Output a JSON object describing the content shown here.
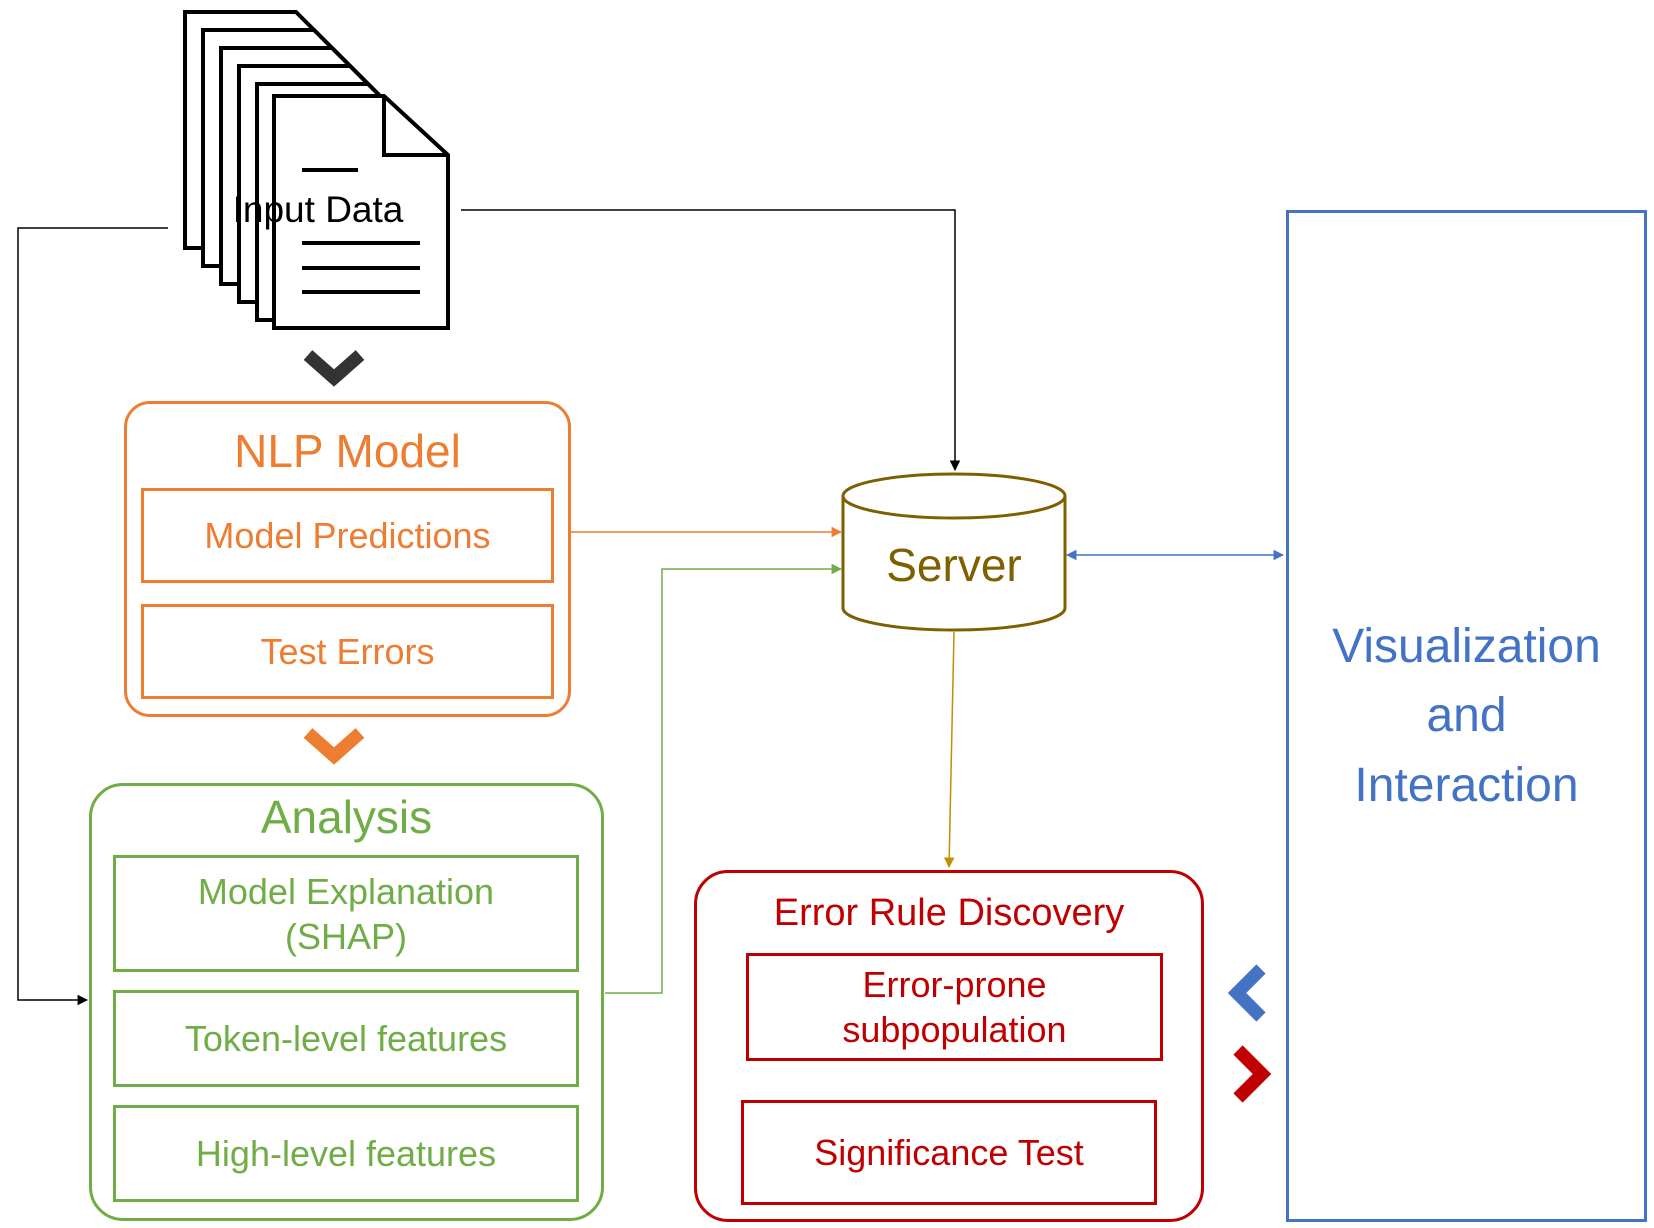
{
  "colors": {
    "input": "#000000",
    "nlp_model": "#ED7D31",
    "analysis": "#70AD47",
    "server": "#7F6000",
    "server_to_rules": "#BF9000",
    "error_rules": "#C00000",
    "visualization": "#4472C4",
    "down_chevron_top": "#333333"
  },
  "icons": {
    "input_data": "stacked-documents-icon",
    "chevron_input": "chevron-down-icon",
    "chevron_model": "chevron-down-icon",
    "chevron_left": "chevron-left-icon",
    "chevron_right": "chevron-right-icon",
    "server": "database-cylinder-icon"
  },
  "input_data": {
    "label": "Input Data"
  },
  "nlp_model": {
    "title": "NLP Model",
    "items": [
      "Model Predictions",
      "Test Errors"
    ]
  },
  "analysis": {
    "title": "Analysis",
    "items": [
      "Model Explanation\n(SHAP)",
      "Token-level features",
      "High-level features"
    ]
  },
  "server": {
    "label": "Server"
  },
  "error_rules": {
    "title": "Error Rule Discovery",
    "items": [
      "Error-prone\nsubpopulation",
      "Significance Test"
    ]
  },
  "visualization": {
    "label": "Visualization\nand\nInteraction"
  }
}
